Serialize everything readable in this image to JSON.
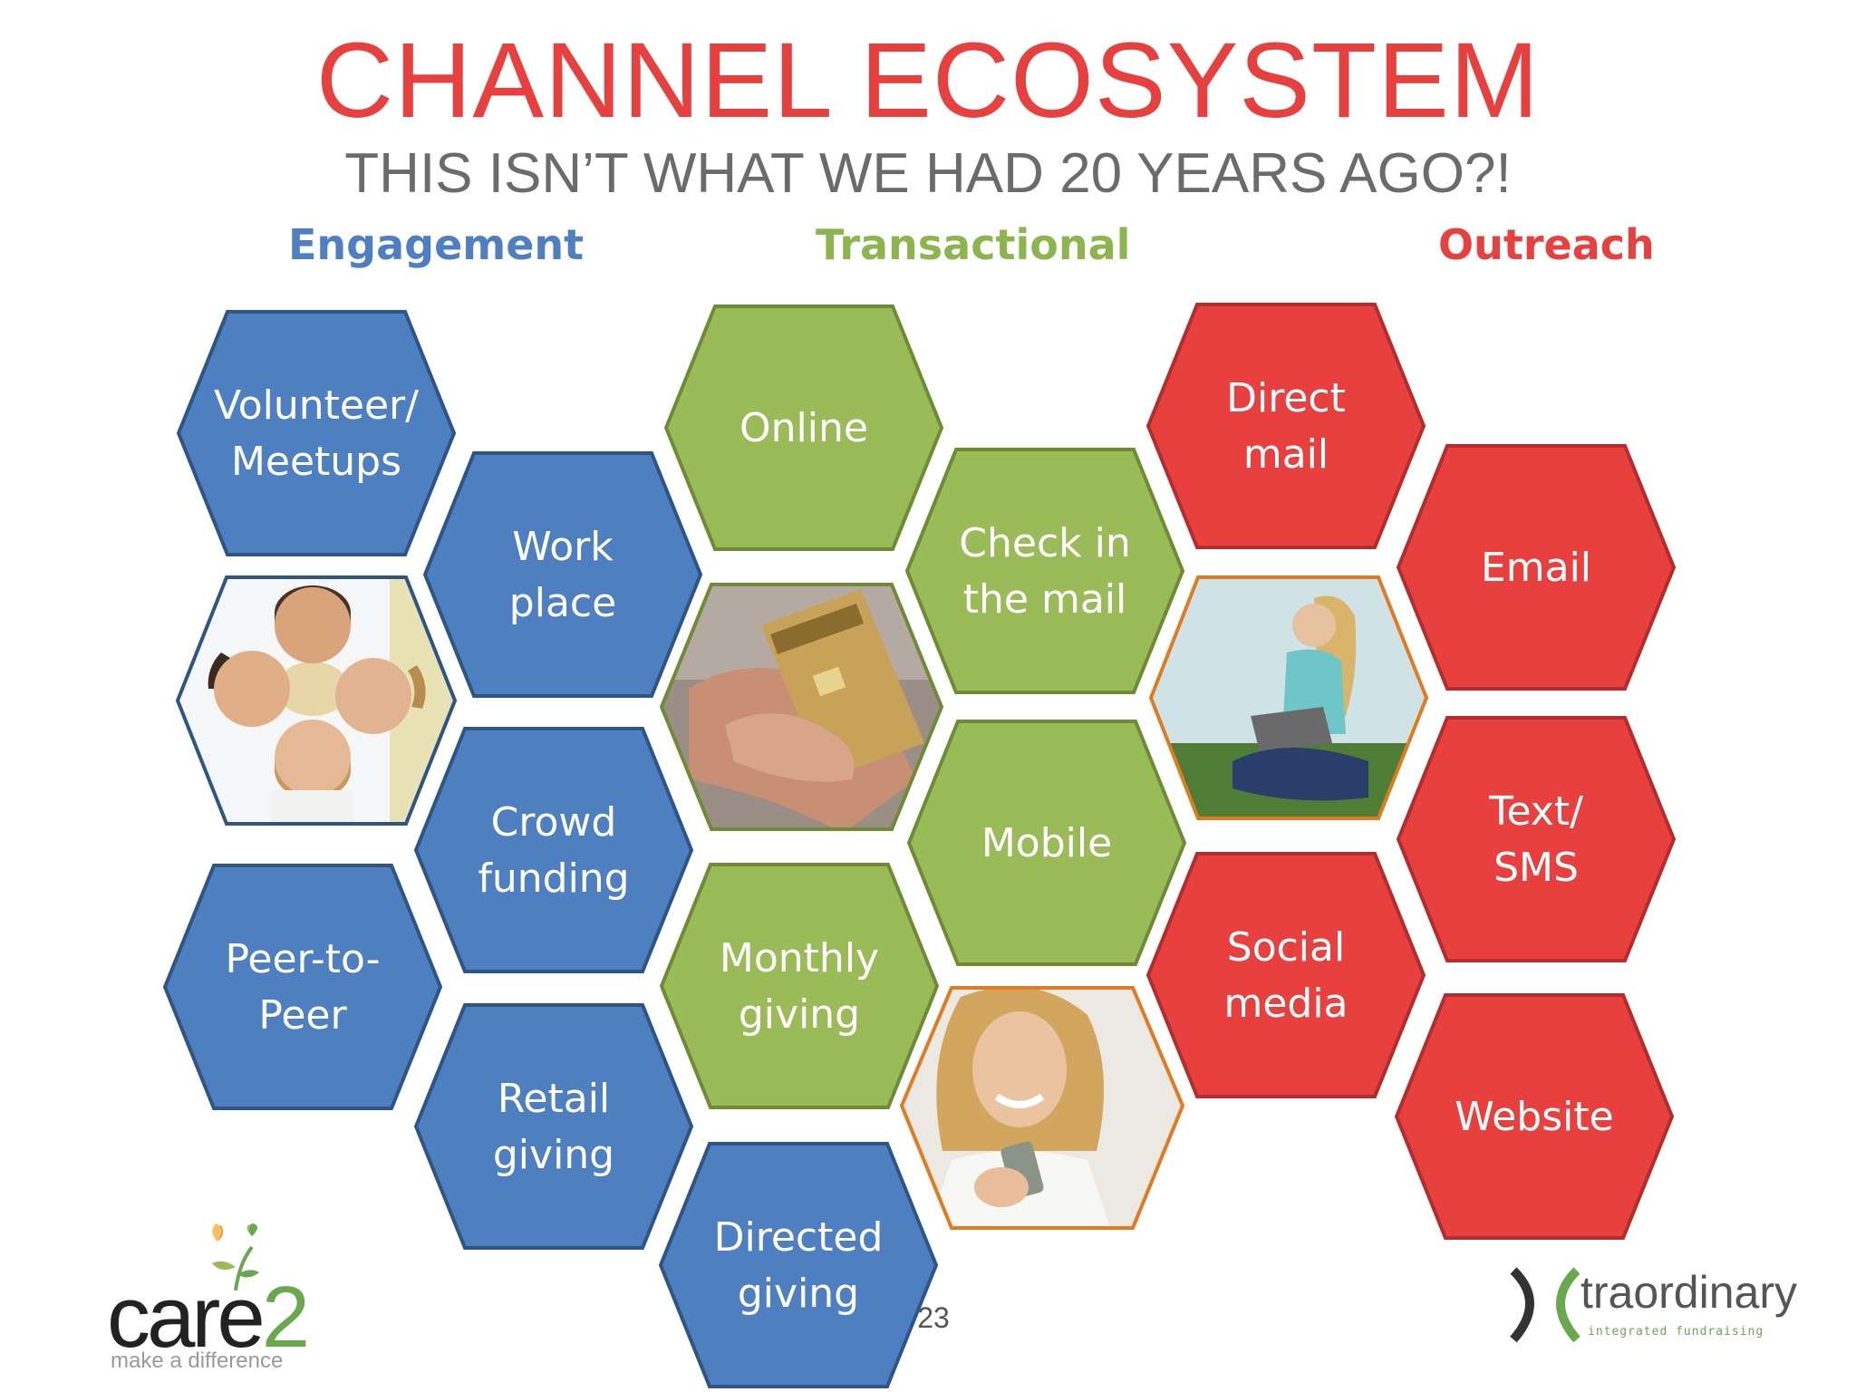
{
  "title": "CHANNEL ECOSYSTEM",
  "subtitle": "THIS ISN’T WHAT WE HAD 20 YEARS AGO?!",
  "columns": {
    "engagement": {
      "label": "Engagement",
      "color": "#4e7fc1"
    },
    "transactional": {
      "label": "Transactional",
      "color": "#8db54e"
    },
    "outreach": {
      "label": "Outreach",
      "color": "#e8403f"
    }
  },
  "hexagons": [
    {
      "id": "volunteer-meetups",
      "lines": [
        "Volunteer/",
        "Meetups"
      ],
      "category": "engagement",
      "fill": "#4e7fc1",
      "border": "#2e5584"
    },
    {
      "id": "work-place",
      "lines": [
        "Work",
        "place"
      ],
      "category": "engagement",
      "fill": "#4e7fc1",
      "border": "#2e5584"
    },
    {
      "id": "crowd-funding",
      "lines": [
        "Crowd",
        "funding"
      ],
      "category": "engagement",
      "fill": "#4e7fc1",
      "border": "#2e5584"
    },
    {
      "id": "peer-to-peer",
      "lines": [
        "Peer-to-",
        "Peer"
      ],
      "category": "engagement",
      "fill": "#4e7fc1",
      "border": "#2e5584"
    },
    {
      "id": "retail-giving",
      "lines": [
        "Retail",
        "giving"
      ],
      "category": "engagement",
      "fill": "#4e7fc1",
      "border": "#2e5584"
    },
    {
      "id": "directed-giving",
      "lines": [
        "Directed",
        "giving"
      ],
      "category": "engagement",
      "fill": "#4e7fc1",
      "border": "#2e5584"
    },
    {
      "id": "online",
      "lines": [
        "Online"
      ],
      "category": "transactional",
      "fill": "#9bbb59",
      "border": "#6e8c35"
    },
    {
      "id": "check-in-the-mail",
      "lines": [
        "Check in",
        "the mail"
      ],
      "category": "transactional",
      "fill": "#9bbb59",
      "border": "#6e8c35"
    },
    {
      "id": "mobile",
      "lines": [
        "Mobile"
      ],
      "category": "transactional",
      "fill": "#9bbb59",
      "border": "#6e8c35"
    },
    {
      "id": "monthly-giving",
      "lines": [
        "Monthly",
        "giving"
      ],
      "category": "transactional",
      "fill": "#9bbb59",
      "border": "#6e8c35"
    },
    {
      "id": "direct-mail",
      "lines": [
        "Direct",
        "mail"
      ],
      "category": "outreach",
      "fill": "#e8403f",
      "border": "#b32d2c"
    },
    {
      "id": "email",
      "lines": [
        "Email"
      ],
      "category": "outreach",
      "fill": "#e8403f",
      "border": "#b32d2c"
    },
    {
      "id": "text-sms",
      "lines": [
        "Text/",
        "SMS"
      ],
      "category": "outreach",
      "fill": "#e8403f",
      "border": "#b32d2c"
    },
    {
      "id": "social-media",
      "lines": [
        "Social",
        "media"
      ],
      "category": "outreach",
      "fill": "#e8403f",
      "border": "#b32d2c"
    },
    {
      "id": "website",
      "lines": [
        "Website"
      ],
      "category": "outreach",
      "fill": "#e8403f",
      "border": "#b32d2c"
    }
  ],
  "photo_hexagons": [
    {
      "id": "group-photo",
      "border": "#2e5584"
    },
    {
      "id": "credit-card-photo",
      "border": "#6e8c35"
    },
    {
      "id": "laptop-photo",
      "border": "#e07b20"
    },
    {
      "id": "phone-photo",
      "border": "#e07b20"
    }
  ],
  "page_number": "23",
  "logos": {
    "left": {
      "word_main": "care",
      "word_accent": "2",
      "tagline": "make a difference"
    },
    "right": {
      "word": "traordinary",
      "tagline": "integrated fundraising"
    }
  }
}
